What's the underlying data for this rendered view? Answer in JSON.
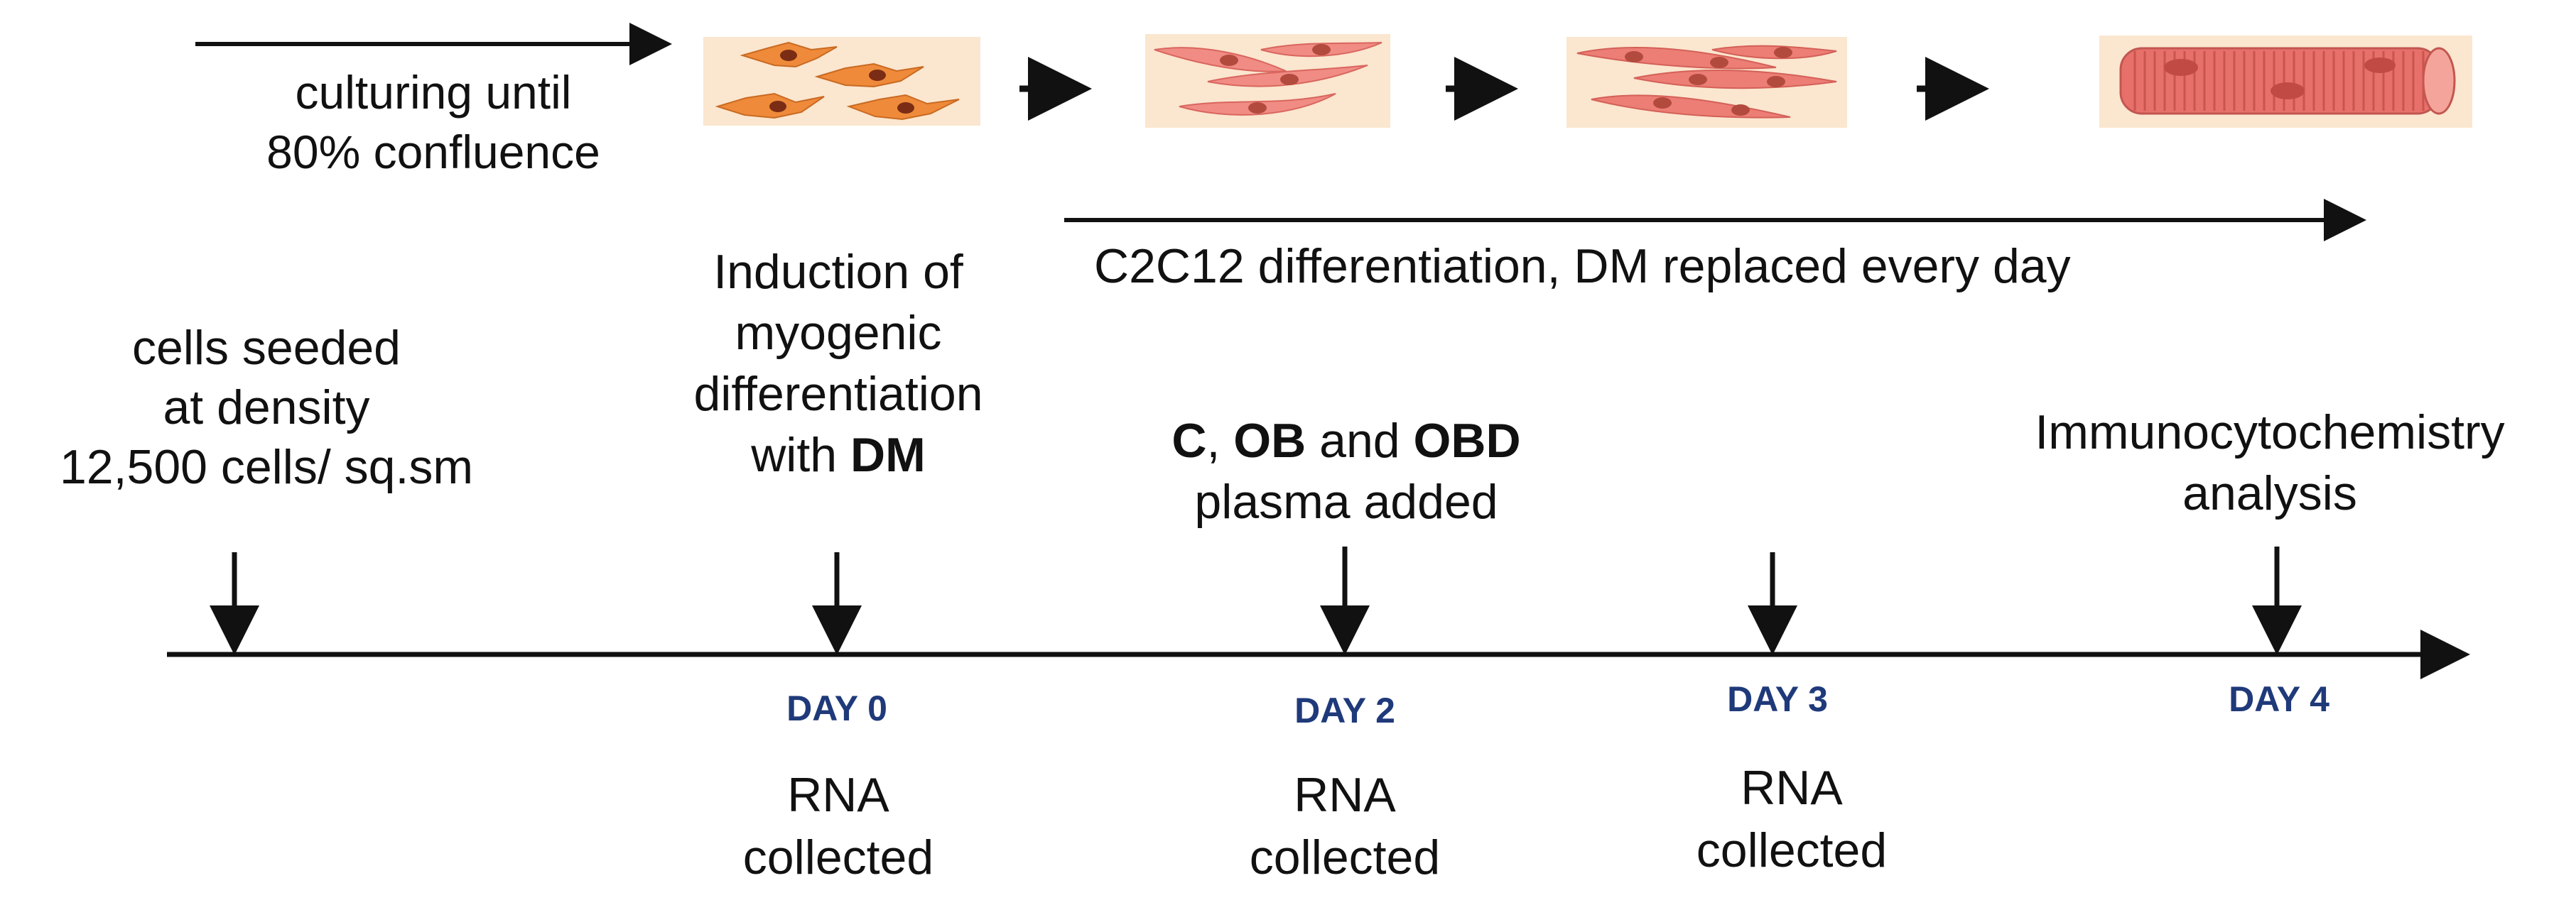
{
  "colors": {
    "line": "#111111",
    "day_label": "#1f3a7a",
    "panel_bg": "#fbe6cf",
    "fibroblast": "#ee8a3a",
    "myoblast": "#f08c84",
    "myotube": "#e8706a",
    "nucleus": "#b34a3e"
  },
  "top": {
    "culturing": [
      "culturing until",
      "80% confluence"
    ],
    "differentiation": "C2C12 differentiation, DM replaced every day"
  },
  "events": {
    "seeded": [
      "cells seeded",
      "at density",
      "12,500 cells/ sq.sm"
    ],
    "induction": {
      "l1": "Induction of",
      "l2": "myogenic",
      "l3": "differentiation",
      "l4_pre": "with ",
      "l4_bold": "DM"
    },
    "plasma": {
      "c": "C",
      "sep1": ", ",
      "ob": "OB",
      "sep2": " and ",
      "obd": "OBD",
      "l2": "plasma added"
    },
    "icc": [
      "Immunocytochemistry",
      "analysis"
    ]
  },
  "days": {
    "d0": "DAY 0",
    "d2": "DAY 2",
    "d3": "DAY 3",
    "d4": "DAY 4"
  },
  "rna": {
    "l1": "RNA",
    "l2": "collected"
  },
  "icons": [
    "fibroblast-cells-icon",
    "myoblast-alignment-icon",
    "myoblast-fusion-icon",
    "myotube-icon"
  ]
}
